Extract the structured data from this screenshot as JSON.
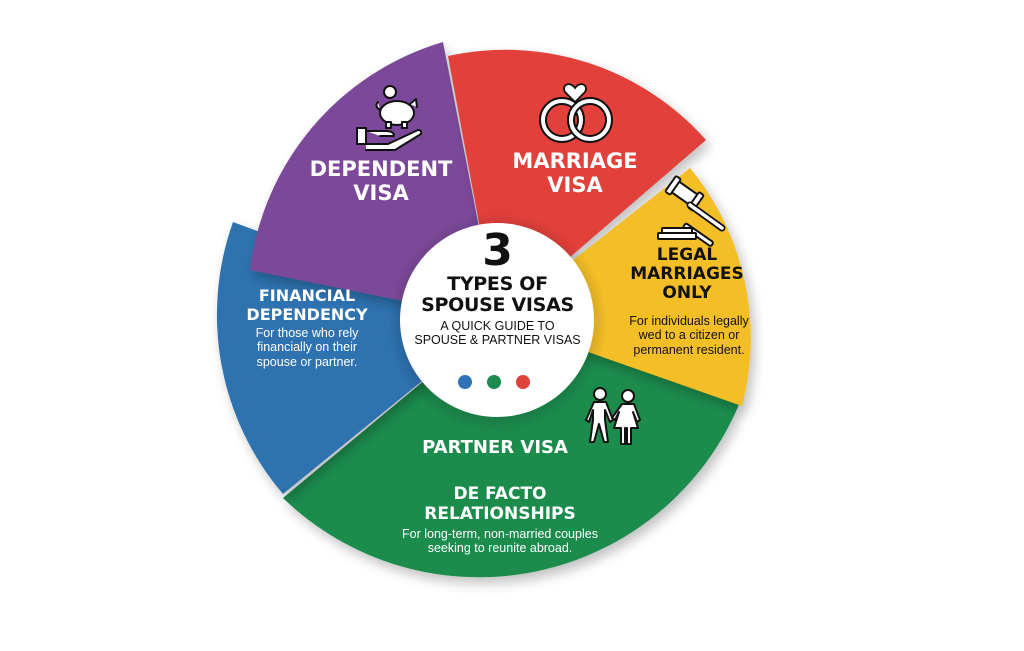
{
  "center": {
    "number": "3",
    "title_line1": "TYPES OF",
    "title_line2": "SPOUSE VISAS",
    "subtitle_line1": "A QUICK GUIDE TO",
    "subtitle_line2": "SPOUSE & PARTNER VISAS",
    "dots": [
      {
        "color": "#2f72b8"
      },
      {
        "color": "#1b8c4e"
      },
      {
        "color": "#e0413a"
      }
    ]
  },
  "segments": [
    {
      "id": "dependent",
      "color": "#7b4a9a",
      "icon": "piggy-bank-hand-icon",
      "title_line1": "DEPENDENT",
      "title_line2": "VISA"
    },
    {
      "id": "marriage",
      "color": "#e2403a",
      "icon": "wedding-rings-heart-icon",
      "title_line1": "MARRIAGE",
      "title_line2": "VISA"
    },
    {
      "id": "legal",
      "color": "#f3be25",
      "icon": "gavel-icon",
      "title_line1": "LEGAL",
      "title_line2": "MARRIAGES",
      "title_line3": "ONLY",
      "desc_line1": "For individuals legally",
      "desc_line2": "wed to a citizen or",
      "desc_line3": "permanent resident."
    },
    {
      "id": "partner",
      "color": "#1b8c4e",
      "icon": "couple-holding-hands-icon",
      "title": "PARTNER VISA",
      "subtitle_line1": "DE FACTO",
      "subtitle_line2": "RELATIONSHIPS",
      "desc_line1": "For long-term, non-married couples",
      "desc_line2": "seeking to reunite abroad."
    },
    {
      "id": "financial",
      "color": "#2f72b0",
      "title_line1": "FINANCIAL",
      "title_line2": "DEPENDENCY",
      "desc_line1": "For those who rely",
      "desc_line2": "financially on their",
      "desc_line3": "spouse or partner."
    }
  ]
}
